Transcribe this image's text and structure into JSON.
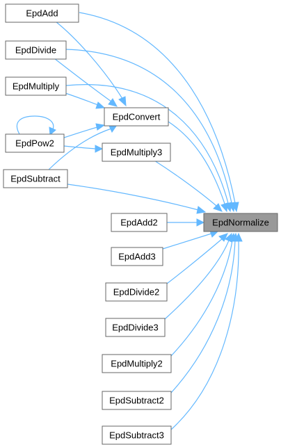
{
  "graph": {
    "nodes": {
      "epd_add": "EpdAdd",
      "epd_divide": "EpdDivide",
      "epd_multiply": "EpdMultiply",
      "epd_pow2": "EpdPow2",
      "epd_subtract": "EpdSubtract",
      "epd_convert": "EpdConvert",
      "epd_multiply3": "EpdMultiply3",
      "epd_normalize": "EpdNormalize",
      "epd_add2": "EpdAdd2",
      "epd_add3": "EpdAdd3",
      "epd_divide2": "EpdDivide2",
      "epd_divide3": "EpdDivide3",
      "epd_multiply2": "EpdMultiply2",
      "epd_subtract2": "EpdSubtract2",
      "epd_subtract3": "EpdSubtract3"
    },
    "edges": [
      {
        "from": "epd_add",
        "to": "epd_convert"
      },
      {
        "from": "epd_divide",
        "to": "epd_convert"
      },
      {
        "from": "epd_multiply",
        "to": "epd_convert"
      },
      {
        "from": "epd_pow2",
        "to": "epd_convert"
      },
      {
        "from": "epd_pow2",
        "to": "epd_pow2"
      },
      {
        "from": "epd_pow2",
        "to": "epd_multiply3"
      },
      {
        "from": "epd_subtract",
        "to": "epd_convert"
      },
      {
        "from": "epd_add",
        "to": "epd_normalize"
      },
      {
        "from": "epd_divide",
        "to": "epd_normalize"
      },
      {
        "from": "epd_multiply",
        "to": "epd_normalize"
      },
      {
        "from": "epd_convert",
        "to": "epd_normalize"
      },
      {
        "from": "epd_multiply3",
        "to": "epd_normalize"
      },
      {
        "from": "epd_subtract",
        "to": "epd_normalize"
      },
      {
        "from": "epd_add2",
        "to": "epd_normalize"
      },
      {
        "from": "epd_add3",
        "to": "epd_normalize"
      },
      {
        "from": "epd_divide2",
        "to": "epd_normalize"
      },
      {
        "from": "epd_divide3",
        "to": "epd_normalize"
      },
      {
        "from": "epd_multiply2",
        "to": "epd_normalize"
      },
      {
        "from": "epd_subtract2",
        "to": "epd_normalize"
      },
      {
        "from": "epd_subtract3",
        "to": "epd_normalize"
      }
    ],
    "highlighted_node": "epd_normalize",
    "colors": {
      "edge": "#63b8ff",
      "node_border": "#666666",
      "node_fill": "#ffffff",
      "highlight_fill": "#999999"
    }
  }
}
